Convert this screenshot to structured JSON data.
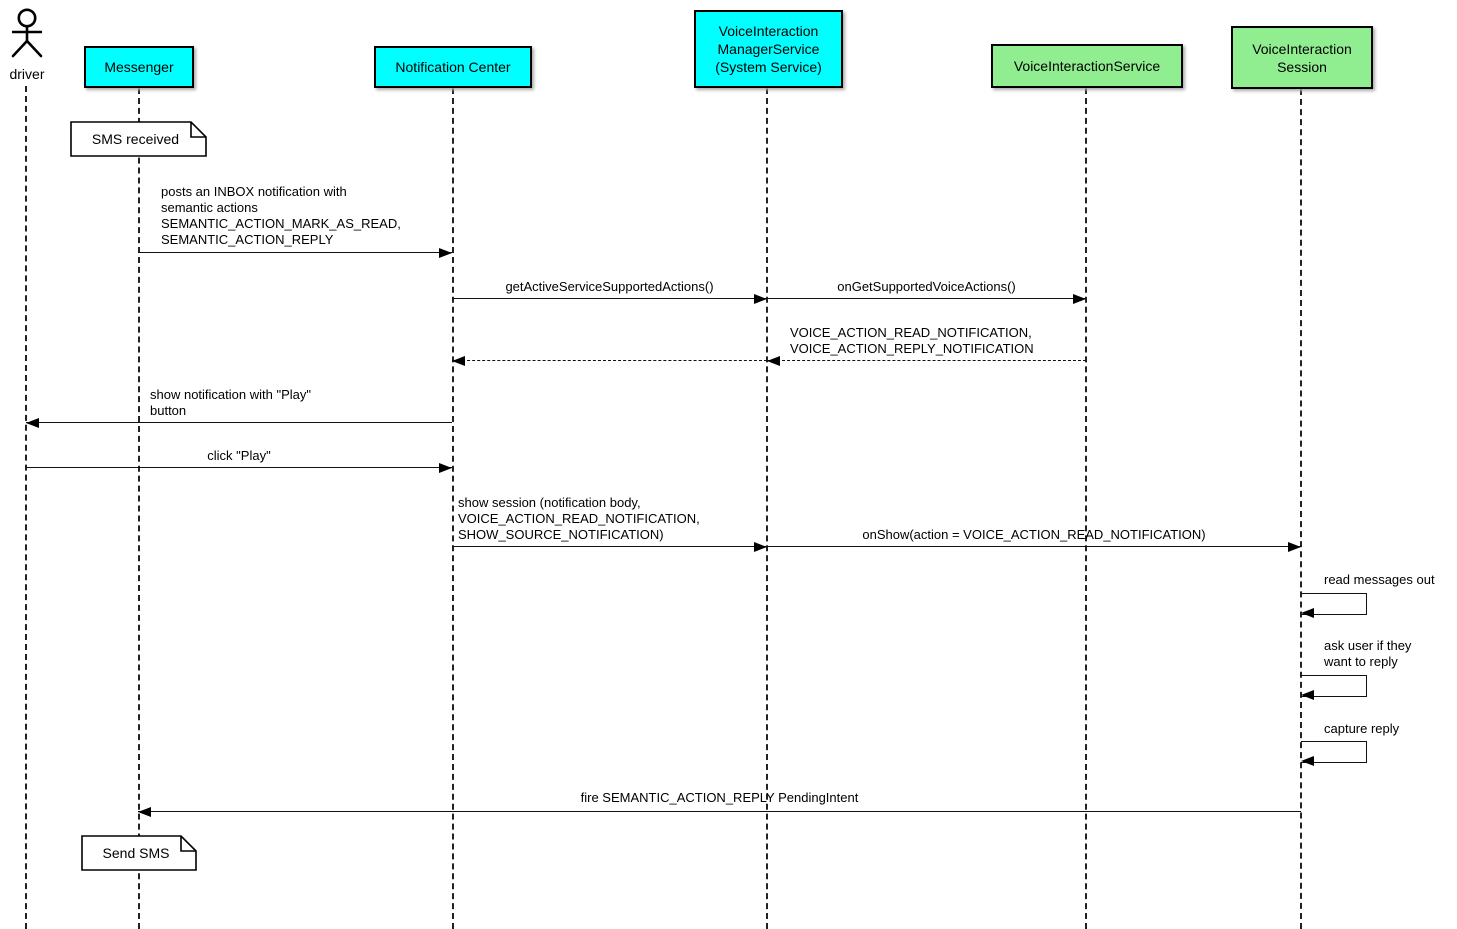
{
  "colors": {
    "participant_cyan": "#00FFFF",
    "participant_green": "#90EE90",
    "line": "#000000",
    "background": "#FFFFFF"
  },
  "actor": {
    "label": "driver"
  },
  "participants": [
    {
      "label": "Messenger",
      "color": "#00FFFF"
    },
    {
      "label": "Notification Center",
      "color": "#00FFFF"
    },
    {
      "label": "VoiceInteraction\nManagerService\n(System Service)",
      "color": "#00FFFF"
    },
    {
      "label": "VoiceInteractionService",
      "color": "#90EE90"
    },
    {
      "label": "VoiceInteraction\nSession",
      "color": "#90EE90"
    }
  ],
  "notes": [
    {
      "text": "SMS received",
      "at": "Messenger"
    },
    {
      "text": "Send SMS",
      "at": "Messenger"
    }
  ],
  "messages": [
    {
      "label": "posts an INBOX notification with\nsemantic actions\nSEMANTIC_ACTION_MARK_AS_READ,\nSEMANTIC_ACTION_REPLY",
      "from": "Messenger",
      "to": "Notification Center",
      "style": "solid"
    },
    {
      "label": "getActiveServiceSupportedActions()",
      "from": "Notification Center",
      "to": "VoiceInteractionManagerService",
      "style": "solid"
    },
    {
      "label": "onGetSupportedVoiceActions()",
      "from": "VoiceInteractionManagerService",
      "to": "VoiceInteractionService",
      "style": "solid"
    },
    {
      "label": "VOICE_ACTION_READ_NOTIFICATION,\nVOICE_ACTION_REPLY_NOTIFICATION",
      "from": "VoiceInteractionService",
      "to": "VoiceInteractionManagerService",
      "style": "dashed-return"
    },
    {
      "label": "",
      "from": "VoiceInteractionManagerService",
      "to": "Notification Center",
      "style": "dashed-return"
    },
    {
      "label": "show notification with \"Play\"\nbutton",
      "from": "Notification Center",
      "to": "driver",
      "style": "solid"
    },
    {
      "label": "click \"Play\"",
      "from": "driver",
      "to": "Notification Center",
      "style": "solid"
    },
    {
      "label": "show session (notification body,\nVOICE_ACTION_READ_NOTIFICATION,\nSHOW_SOURCE_NOTIFICATION)",
      "from": "Notification Center",
      "to": "VoiceInteractionManagerService",
      "style": "solid"
    },
    {
      "label": "onShow(action = VOICE_ACTION_READ_NOTIFICATION)",
      "from": "VoiceInteractionManagerService",
      "to": "VoiceInteractionSession",
      "style": "solid"
    },
    {
      "label": "read messages out",
      "from": "VoiceInteractionSession",
      "to": "VoiceInteractionSession",
      "style": "self"
    },
    {
      "label": "ask user if they\nwant to reply",
      "from": "VoiceInteractionSession",
      "to": "VoiceInteractionSession",
      "style": "self"
    },
    {
      "label": "capture reply",
      "from": "VoiceInteractionSession",
      "to": "VoiceInteractionSession",
      "style": "self"
    },
    {
      "label": "fire SEMANTIC_ACTION_REPLY PendingIntent",
      "from": "VoiceInteractionSession",
      "to": "Messenger",
      "style": "solid"
    }
  ]
}
